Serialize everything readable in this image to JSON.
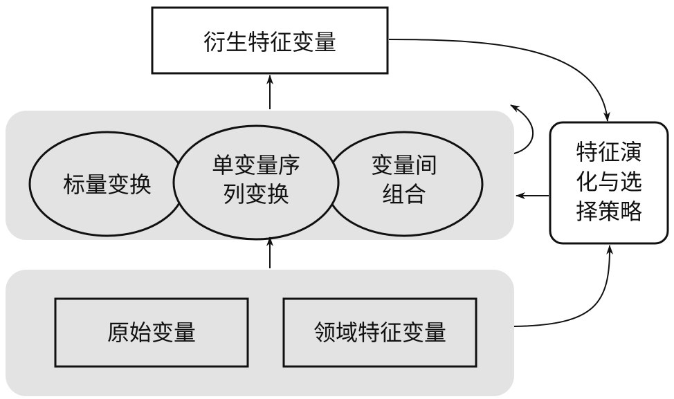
{
  "nodes": {
    "derived": "衍生特征变量",
    "scalar": "标量变换",
    "sequence": [
      "单变量序",
      "列变换"
    ],
    "combine": [
      "变量间",
      "组合"
    ],
    "strategy": [
      "特征演",
      "化与选",
      "择策略"
    ],
    "raw": "原始变量",
    "domain": "领域特征变量"
  },
  "colors": {
    "panel_fill": "#e3e3e3",
    "stroke": "#111111",
    "box_fill": "#ffffff",
    "ellipse_fill": "#e3e3e3"
  }
}
